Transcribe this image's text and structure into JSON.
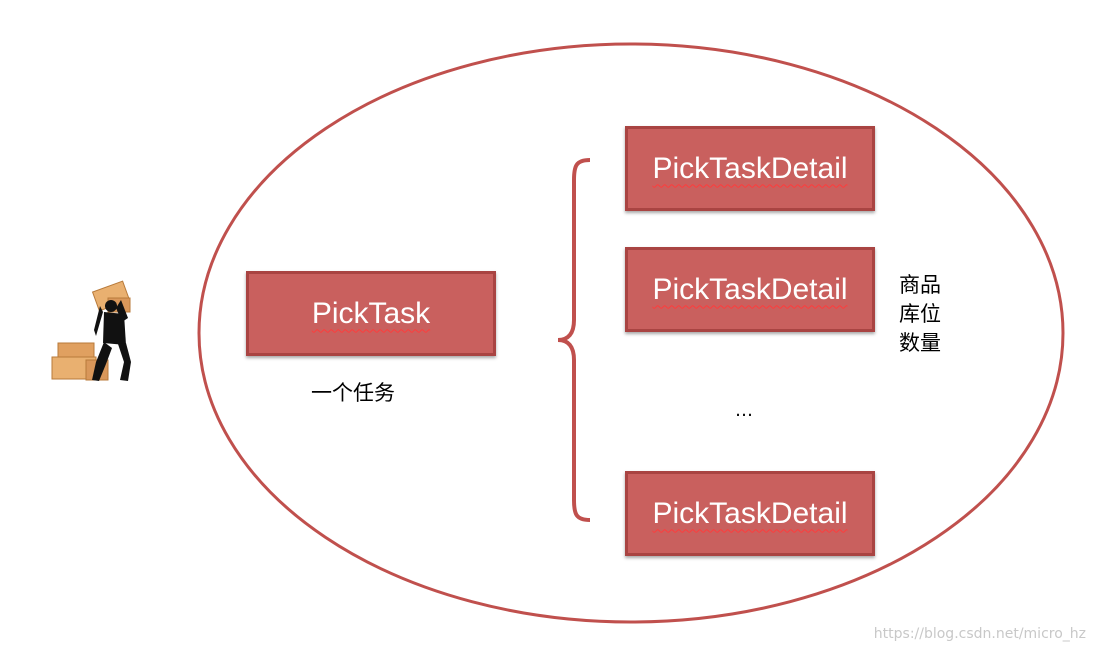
{
  "task": {
    "label": "PickTask",
    "caption": "一个任务"
  },
  "details": [
    {
      "label": "PickTaskDetail"
    },
    {
      "label": "PickTaskDetail"
    },
    {
      "label": "PickTaskDetail"
    }
  ],
  "detail_properties": [
    "商品",
    "库位",
    "数量"
  ],
  "ellipsis": "…",
  "watermark": "https://blog.csdn.net/micro_hz",
  "colors": {
    "box_fill": "#c9605e",
    "box_border": "#a94442",
    "ellipse_stroke": "#c0504d",
    "brace": "#c0504d"
  },
  "icons": {
    "worker": "worker-carrying-boxes-icon"
  }
}
